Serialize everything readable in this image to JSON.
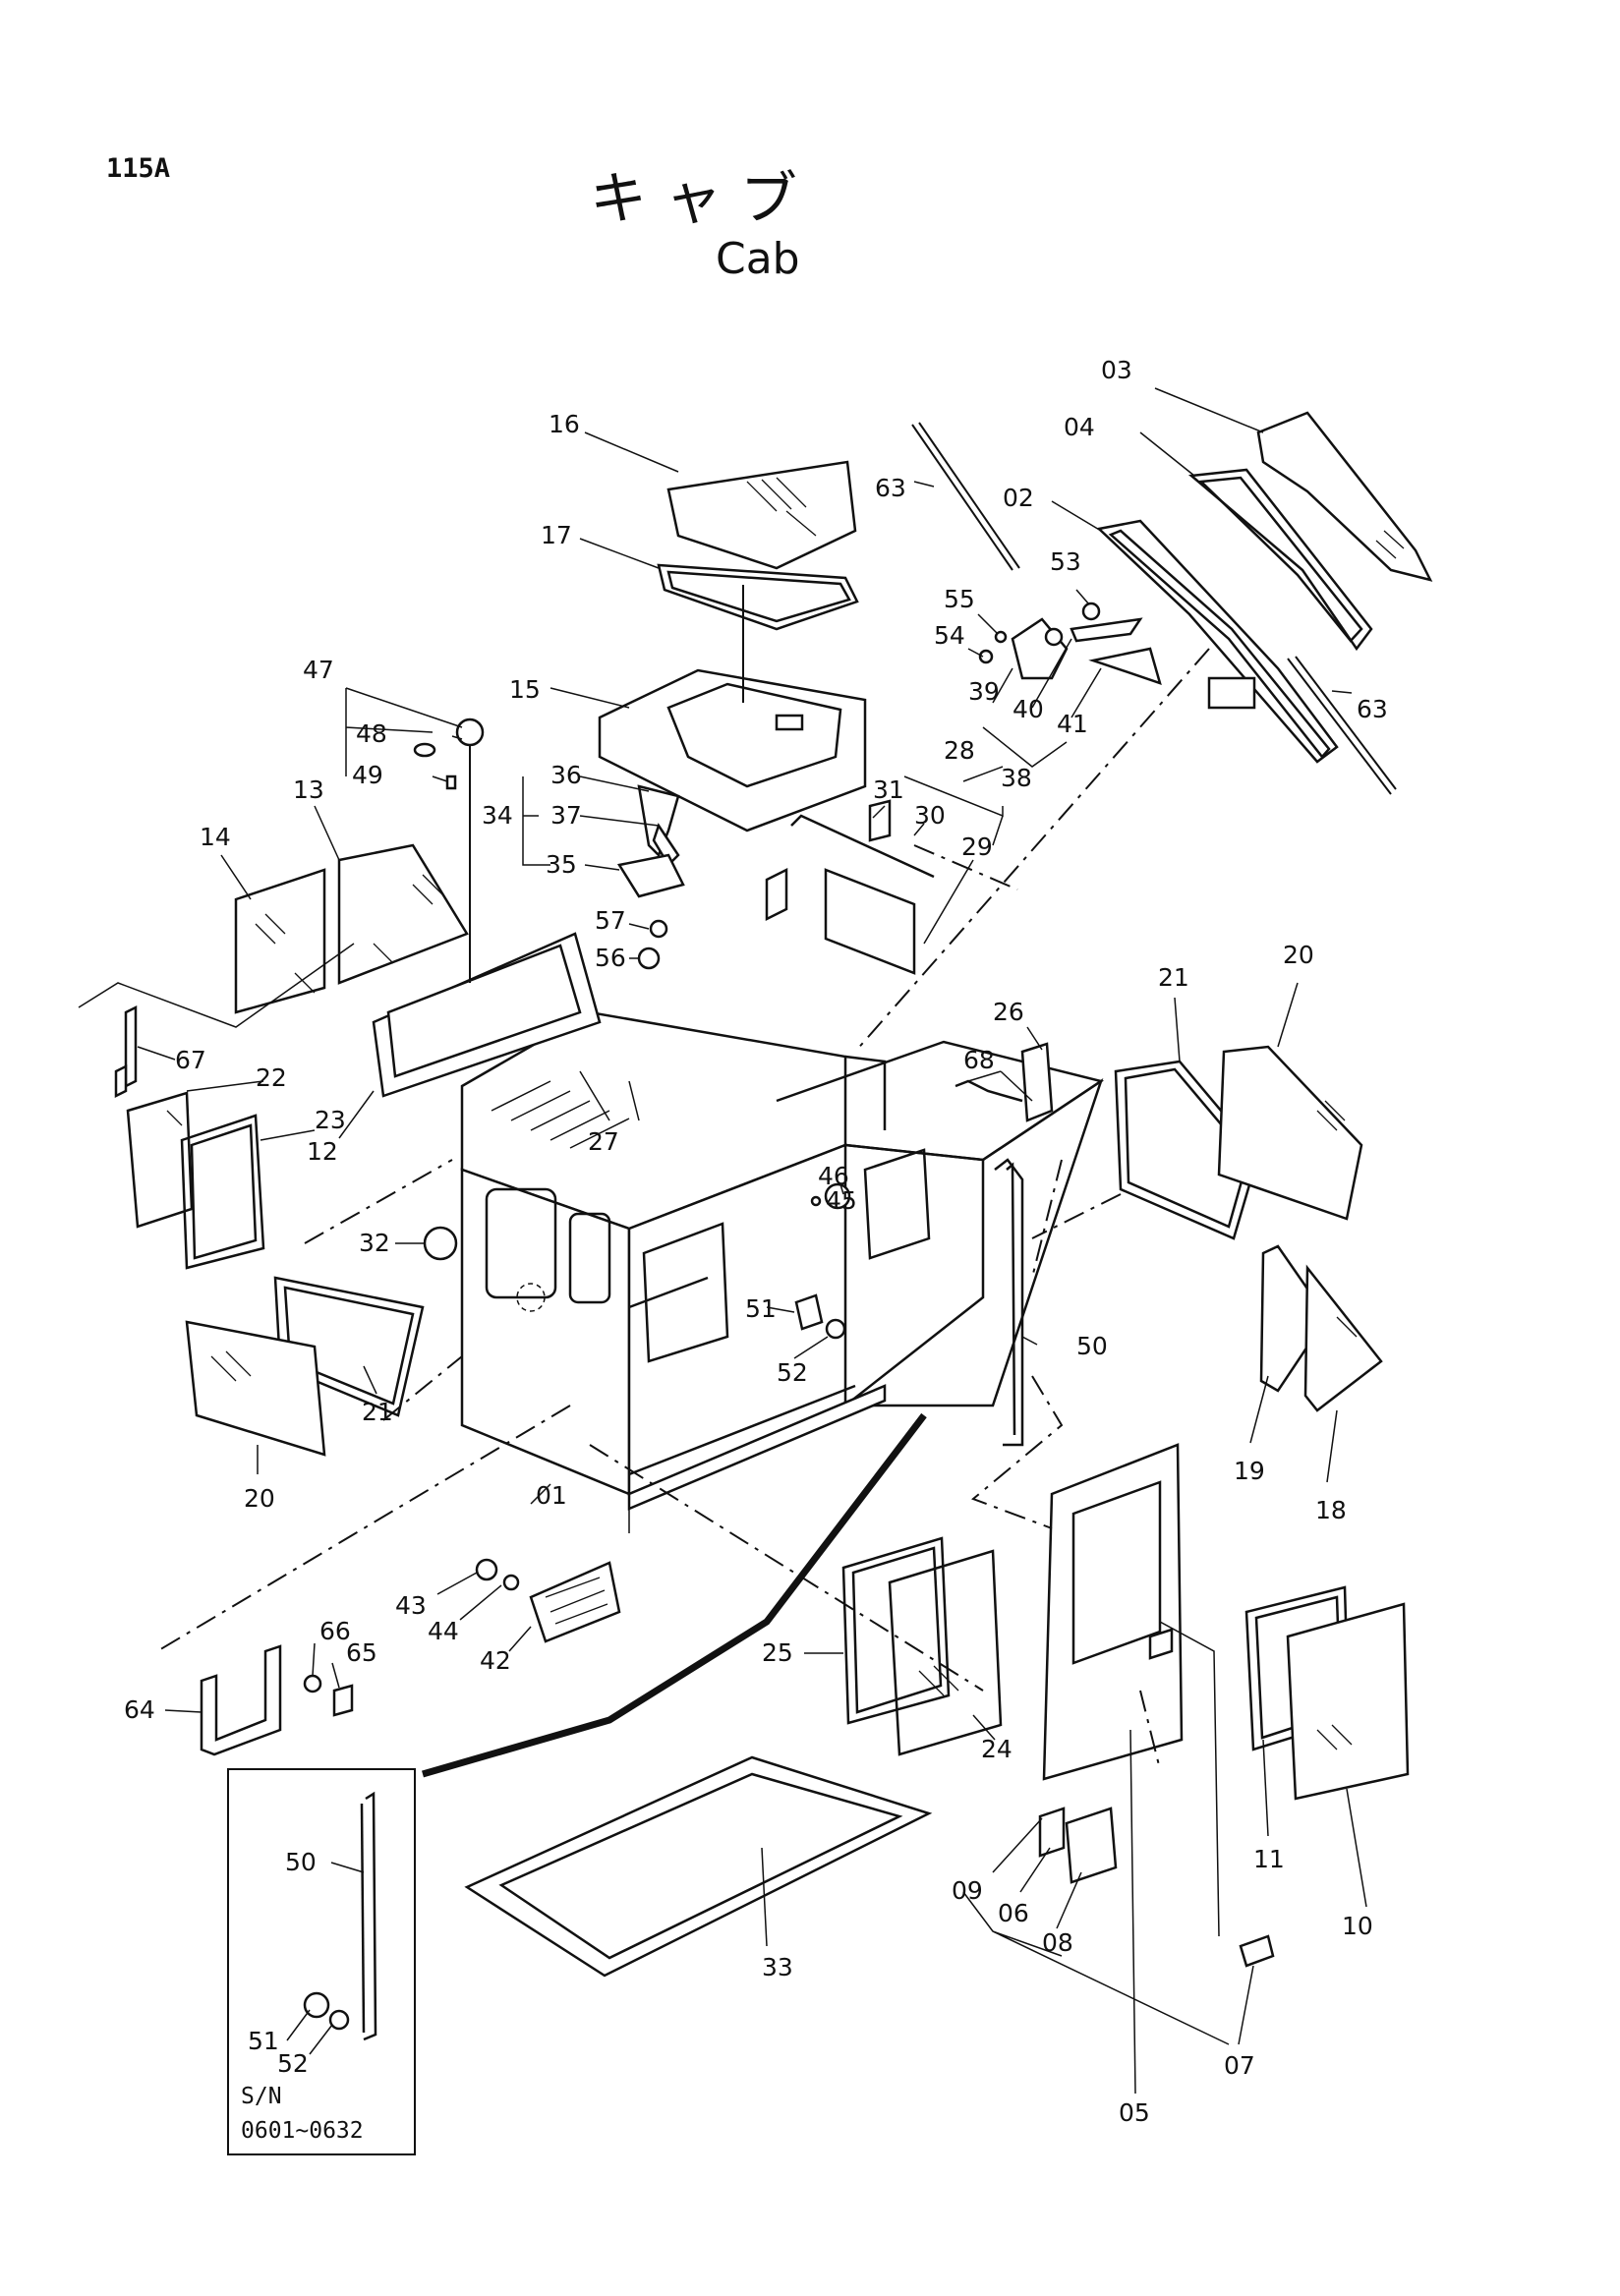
{
  "page_code": "115A",
  "title_jp": "キ ャ ブ",
  "title_en": "Cab",
  "inset": {
    "sn_label": "S/N",
    "sn_range": "0601~0632"
  },
  "callouts": {
    "c03": "03",
    "c04": "04",
    "c02": "02",
    "c63a": "63",
    "c63b": "63",
    "c16": "16",
    "c17": "17",
    "c15": "15",
    "c47": "47",
    "c48": "48",
    "c49": "49",
    "c36": "36",
    "c37": "37",
    "c34": "34",
    "c35": "35",
    "c57": "57",
    "c56": "56",
    "c55": "55",
    "c54": "54",
    "c53": "53",
    "c39": "39",
    "c40": "40",
    "c41": "41",
    "c38": "38",
    "c28": "28",
    "c31": "31",
    "c30": "30",
    "c29": "29",
    "c13": "13",
    "c14": "14",
    "c67": "67",
    "c22": "22",
    "c23": "23",
    "c12": "12",
    "c27": "27",
    "c26": "26",
    "c68": "68",
    "c21a": "21",
    "c20a": "20",
    "c46": "46",
    "c45": "45",
    "c32": "32",
    "c21b": "21",
    "c20b": "20",
    "c51a": "51",
    "c52a": "52",
    "c50a": "50",
    "c19": "19",
    "c18": "18",
    "c01": "01",
    "c43": "43",
    "c44": "44",
    "c42": "42",
    "c66": "66",
    "c65": "65",
    "c64": "64",
    "c25": "25",
    "c24": "24",
    "c11": "11",
    "c10": "10",
    "c09": "09",
    "c06": "06",
    "c08": "08",
    "c07": "07",
    "c05": "05",
    "c33": "33",
    "c50b": "50",
    "c51b": "51",
    "c52b": "52"
  }
}
